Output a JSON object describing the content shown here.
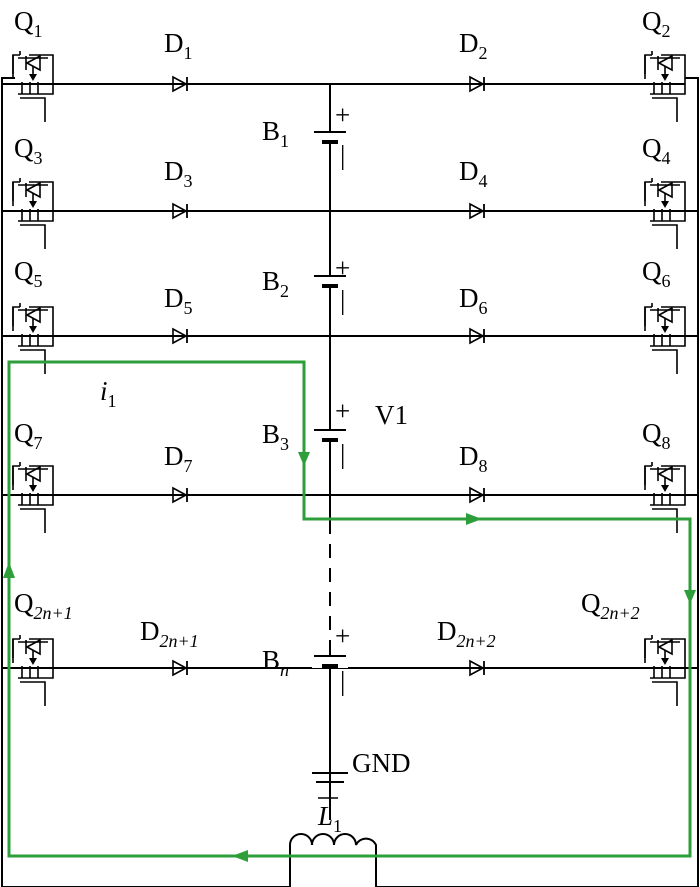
{
  "transistors": [
    {
      "letter": "Q",
      "sub": "1"
    },
    {
      "letter": "Q",
      "sub": "2"
    },
    {
      "letter": "Q",
      "sub": "3"
    },
    {
      "letter": "Q",
      "sub": "4"
    },
    {
      "letter": "Q",
      "sub": "5"
    },
    {
      "letter": "Q",
      "sub": "6"
    },
    {
      "letter": "Q",
      "sub": "7"
    },
    {
      "letter": "Q",
      "sub": "8"
    },
    {
      "letter": "Q",
      "sub": "2n+1"
    },
    {
      "letter": "Q",
      "sub": "2n+2"
    }
  ],
  "diodes": [
    {
      "letter": "D",
      "sub": "1"
    },
    {
      "letter": "D",
      "sub": "2"
    },
    {
      "letter": "D",
      "sub": "3"
    },
    {
      "letter": "D",
      "sub": "4"
    },
    {
      "letter": "D",
      "sub": "5"
    },
    {
      "letter": "D",
      "sub": "6"
    },
    {
      "letter": "D",
      "sub": "7"
    },
    {
      "letter": "D",
      "sub": "8"
    },
    {
      "letter": "D",
      "sub": "2n+1"
    },
    {
      "letter": "D",
      "sub": "2n+2"
    }
  ],
  "batteries": [
    {
      "letter": "B",
      "sub": "1"
    },
    {
      "letter": "B",
      "sub": "2"
    },
    {
      "letter": "B",
      "sub": "3"
    },
    {
      "letter": "B",
      "sub": "n"
    }
  ],
  "polarity": {
    "plus": "+",
    "minus": "−"
  },
  "labels": {
    "v1": "V1",
    "gnd": "GND",
    "current": "i",
    "current_sub": "1"
  },
  "inductor": {
    "letter": "L",
    "sub": "1"
  },
  "colors": {
    "current_path": "#2e9e3a",
    "wire": "#000000"
  }
}
